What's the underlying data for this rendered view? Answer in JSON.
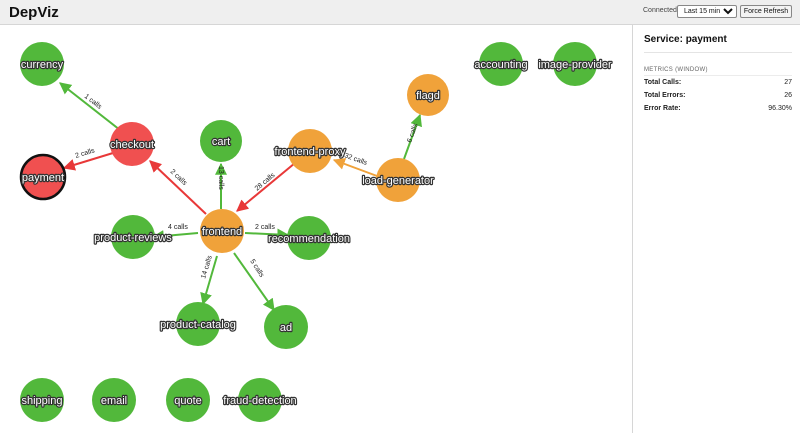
{
  "app": {
    "title": "DepViz"
  },
  "header": {
    "status": "Connected",
    "time_range": "Last 15 minutes",
    "refresh_label": "Force Refresh"
  },
  "panel": {
    "title": "Service: payment",
    "metrics_heading": "METRICS (WINDOW)",
    "metrics": [
      {
        "label": "Total Calls:",
        "value": "27"
      },
      {
        "label": "Total Errors:",
        "value": "26"
      },
      {
        "label": "Error Rate:",
        "value": "96.30%"
      }
    ]
  },
  "colors": {
    "healthy": "#52b83b",
    "warning": "#f0a23a",
    "error": "#f05050",
    "edge_ok": "#52b83b",
    "edge_warn": "#f0a23a",
    "edge_error": "#e83838"
  },
  "nodes": {
    "currency": {
      "label": "currency",
      "status": "healthy"
    },
    "checkout": {
      "label": "checkout",
      "status": "error"
    },
    "payment": {
      "label": "payment",
      "status": "error",
      "selected": true
    },
    "cart": {
      "label": "cart",
      "status": "healthy"
    },
    "frontend_proxy": {
      "label": "frontend-proxy",
      "status": "warning"
    },
    "flagd": {
      "label": "flagd",
      "status": "warning"
    },
    "load_generator": {
      "label": "load-generator",
      "status": "warning"
    },
    "frontend": {
      "label": "frontend",
      "status": "warning"
    },
    "product_reviews": {
      "label": "product-reviews",
      "status": "healthy"
    },
    "recommendation": {
      "label": "recommendation",
      "status": "healthy"
    },
    "product_catalog": {
      "label": "product-catalog",
      "status": "healthy"
    },
    "ad": {
      "label": "ad",
      "status": "healthy"
    },
    "accounting": {
      "label": "accounting",
      "status": "healthy"
    },
    "image_provider": {
      "label": "image-provider",
      "status": "healthy"
    },
    "shipping": {
      "label": "shipping",
      "status": "healthy"
    },
    "email": {
      "label": "email",
      "status": "healthy"
    },
    "quote": {
      "label": "quote",
      "status": "healthy"
    },
    "fraud_detection": {
      "label": "fraud-detection",
      "status": "healthy"
    }
  },
  "edges": {
    "checkout_currency": {
      "label": "1 calls",
      "status": "ok"
    },
    "checkout_payment": {
      "label": "2 calls",
      "status": "error"
    },
    "frontend_checkout": {
      "label": "2 calls",
      "status": "error"
    },
    "frontend_cart": {
      "label": "13 calls",
      "status": "ok"
    },
    "proxy_frontend": {
      "label": "28 calls",
      "status": "error"
    },
    "loadgen_proxy": {
      "label": "32 calls",
      "status": "warn"
    },
    "loadgen_flagd": {
      "label": "6 calls",
      "status": "ok"
    },
    "frontend_reviews": {
      "label": "4 calls",
      "status": "ok"
    },
    "frontend_recommendation": {
      "label": "2 calls",
      "status": "ok"
    },
    "frontend_catalog": {
      "label": "14 calls",
      "status": "ok"
    },
    "frontend_ad": {
      "label": "5 calls",
      "status": "ok"
    }
  }
}
